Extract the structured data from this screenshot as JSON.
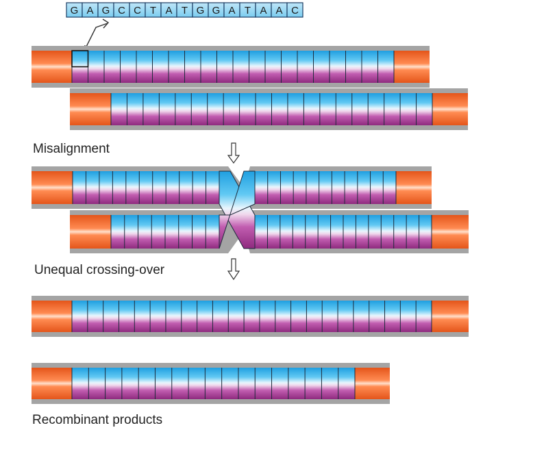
{
  "sequence": [
    "G",
    "A",
    "G",
    "C",
    "C",
    "T",
    "A",
    "T",
    "G",
    "G",
    "A",
    "T",
    "A",
    "A",
    "C"
  ],
  "labels": {
    "misalignment": "Misalignment",
    "crossing_over": "Unequal crossing-over",
    "products": "Recombinant products"
  },
  "colors": {
    "flank": "#ef6a2a",
    "backbone": "#a4a4a4",
    "repeat_top": "#3fb5ea",
    "repeat_bottom": "#a3368f",
    "highlight": "#f2f8fc",
    "repeat_divider": "#1d2a3a"
  },
  "diagram": {
    "row1_repeats": 20,
    "row2_repeats": 20,
    "product_long_repeats": 23,
    "product_short_repeats": 17
  }
}
